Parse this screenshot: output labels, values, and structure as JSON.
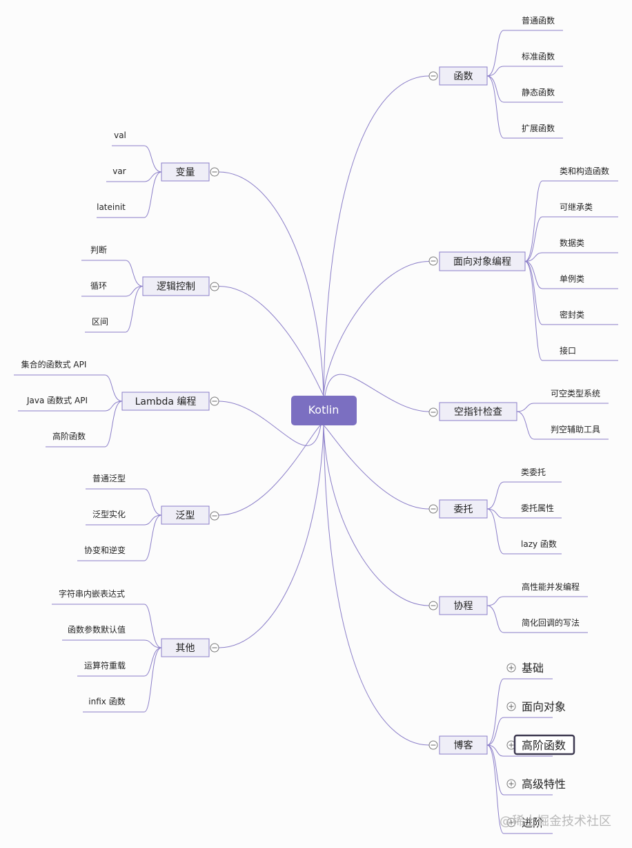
{
  "center": "Kotlin",
  "colors": {
    "line": "#8a7dc8",
    "center_fill": "#7b6fc1",
    "node_fill": "#efeef7",
    "node_border": "#8a7dc8",
    "selected_border": "#3d3950"
  },
  "right_branches": [
    {
      "label": "函数",
      "children": [
        "普通函数",
        "标准函数",
        "静态函数",
        "扩展函数"
      ]
    },
    {
      "label": "面向对象编程",
      "children": [
        "类和构造函数",
        "可继承类",
        "数据类",
        "单例类",
        "密封类",
        "接口"
      ]
    },
    {
      "label": "空指针检查",
      "children": [
        "可空类型系统",
        "判空辅助工具"
      ]
    },
    {
      "label": "委托",
      "children": [
        "类委托",
        "委托属性",
        "lazy 函数"
      ]
    },
    {
      "label": "协程",
      "children": [
        "高性能并发编程",
        "简化回调的写法"
      ]
    },
    {
      "label": "博客",
      "children": [
        "基础",
        "面向对象",
        "高阶函数",
        "高级特性",
        "进阶"
      ],
      "selected_child": 2
    }
  ],
  "left_branches": [
    {
      "label": "变量",
      "children": [
        "val",
        "var",
        "lateinit"
      ]
    },
    {
      "label": "逻辑控制",
      "children": [
        "判断",
        "循环",
        "区间"
      ]
    },
    {
      "label": "Lambda 编程",
      "children": [
        "集合的函数式 API",
        "Java 函数式 API",
        "高阶函数"
      ]
    },
    {
      "label": "泛型",
      "children": [
        "普通泛型",
        "泛型实化",
        "协变和逆变"
      ]
    },
    {
      "label": "其他",
      "children": [
        "字符串内嵌表达式",
        "函数参数默认值",
        "运算符重载",
        "infix 函数"
      ]
    }
  ],
  "watermark": "@稀土掘金技术社区"
}
